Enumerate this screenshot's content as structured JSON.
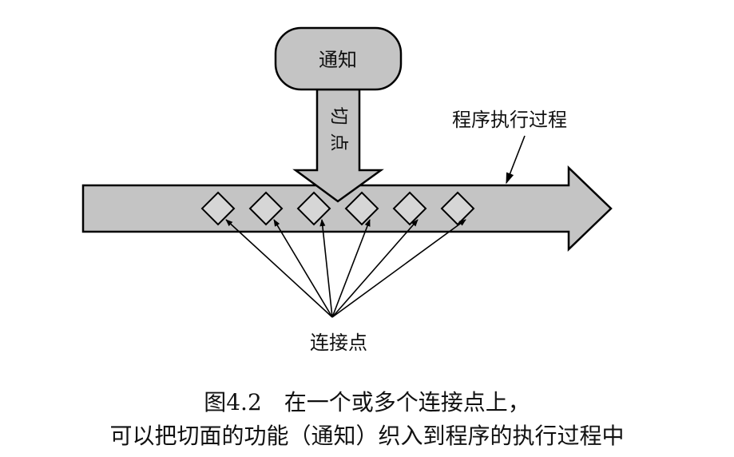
{
  "diagram": {
    "advice_label": "通知",
    "pointcut_label_chars": [
      "切",
      "点"
    ],
    "execution_label": "程序执行过程",
    "joinpoints_label": "连接点",
    "joinpoint_count": 6
  },
  "caption": {
    "line1": "图4.2　在一个或多个连接点上，",
    "line2": "可以把切面的功能（通知）织入到程序的执行过程中"
  },
  "colors": {
    "shape_fill": "#c4c4c4",
    "stroke": "#000000",
    "diamond_fill": "#d6d6d6"
  }
}
